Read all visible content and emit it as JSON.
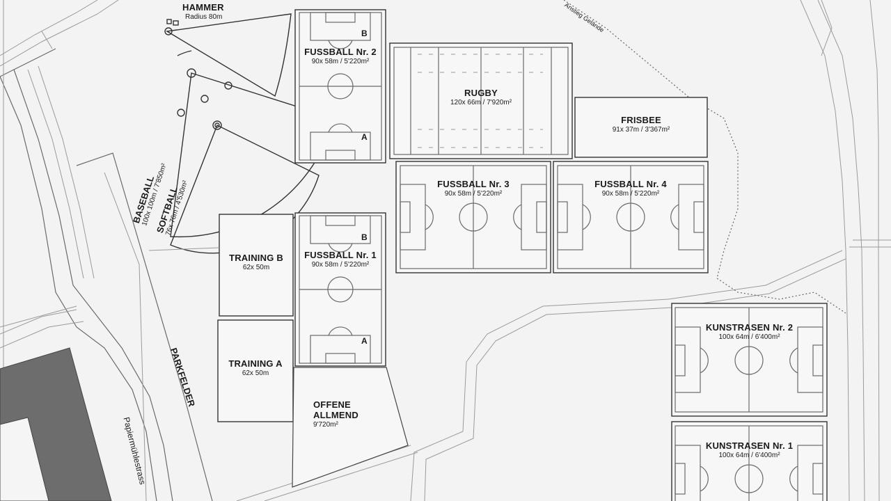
{
  "hammer": {
    "title": "HAMMER",
    "sub": "Radius 80m"
  },
  "fussball2": {
    "title": "FUSSBALL Nr. 2",
    "sub": "90x 58m / 5'220m²",
    "mark_b": "B",
    "mark_a": "A"
  },
  "fussball1": {
    "title": "FUSSBALL Nr. 1",
    "sub": "90x 58m / 5'220m²",
    "mark_b": "B",
    "mark_a": "A"
  },
  "fussball3": {
    "title": "FUSSBALL Nr. 3",
    "sub": "90x 58m / 5'220m²"
  },
  "fussball4": {
    "title": "FUSSBALL Nr. 4",
    "sub": "90x 58m / 5'220m²"
  },
  "rugby": {
    "title": "RUGBY",
    "sub": "120x 66m / 7'920m²"
  },
  "frisbee": {
    "title": "FRISBEE",
    "sub": "91x 37m / 3'367m²"
  },
  "kunstrasen2": {
    "title": "KUNSTRASEN Nr. 2",
    "sub": "100x 64m / 6'400m²"
  },
  "kunstrasen1": {
    "title": "KUNSTRASEN Nr. 1",
    "sub": "100x 64m / 6'400m²"
  },
  "training_b": {
    "title": "TRAINING B",
    "sub": "62x 50m"
  },
  "training_a": {
    "title": "TRAINING A",
    "sub": "62x 50m"
  },
  "allmend": {
    "title_1": "OFFENE",
    "title_2": "ALLMEND",
    "sub": "9'720m²"
  },
  "baseball": {
    "title": "BASEBALL",
    "sub": "100x 100m / 7'850m²"
  },
  "softball": {
    "title": "SOFTBALL",
    "sub": "76x 76m / 4'530m²"
  },
  "parkfelder": "PARKFELDER",
  "street": "Papiermühlestrass",
  "terrain": "Anstieg Gelände"
}
